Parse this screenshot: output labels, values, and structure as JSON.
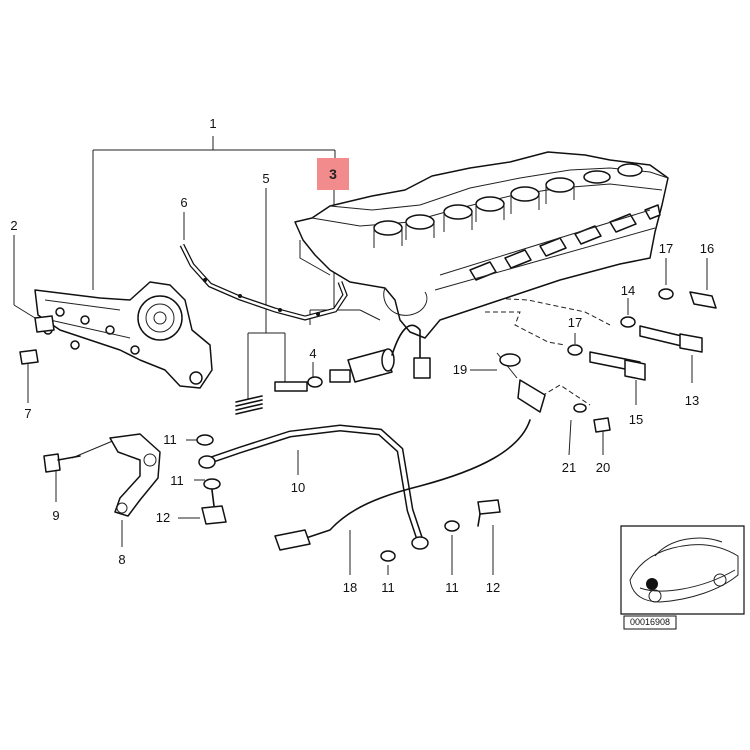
{
  "highlight_color": "#f28b8b",
  "callouts": {
    "c1": "1",
    "c2": "2",
    "c3": "3",
    "c4": "4",
    "c5": "5",
    "c6": "6",
    "c7": "7",
    "c8": "8",
    "c9": "9",
    "c10": "10",
    "c11a": "11",
    "c11b": "11",
    "c11c": "11",
    "c11d": "11",
    "c12a": "12",
    "c12b": "12",
    "c13": "13",
    "c14": "14",
    "c15": "15",
    "c16": "16",
    "c17a": "17",
    "c17b": "17",
    "c18": "18",
    "c19": "19",
    "c20": "20",
    "c21": "21"
  },
  "reference_number": "00016908"
}
